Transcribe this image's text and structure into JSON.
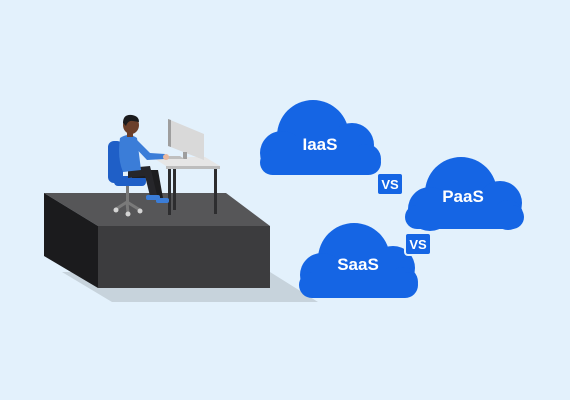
{
  "clouds": [
    {
      "id": "iaas",
      "label": "IaaS"
    },
    {
      "id": "paas",
      "label": "PaaS"
    },
    {
      "id": "saas",
      "label": "SaaS"
    }
  ],
  "comparisons": [
    {
      "id": "vs-1",
      "label": "VS"
    },
    {
      "id": "vs-2",
      "label": "VS"
    }
  ],
  "colors": {
    "background": "#e3f1fc",
    "cloud": "#1565e4",
    "badge": "#1565e4",
    "platform_top": "#565658",
    "platform_front": "#3c3c3e",
    "platform_side": "#1b1b1d",
    "shadow": "#c7d3dc",
    "shirt": "#3b7dd8",
    "chair": "#1f5fc7",
    "desk": "#e6e6e6"
  },
  "icons": [
    "person-at-desk-illustration",
    "cloud-icon",
    "monitor-icon",
    "chair-icon"
  ]
}
